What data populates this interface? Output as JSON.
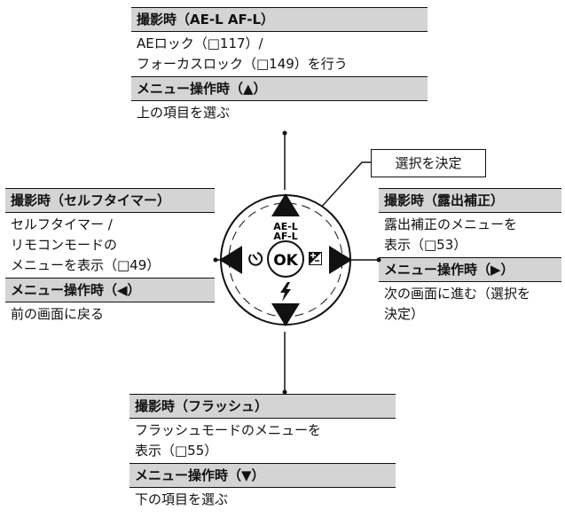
{
  "top": {
    "header": "撮影時（AE-L AF-L）",
    "body": [
      "AEロック（□117）/",
      "フォーカスロック（□149）を行う"
    ],
    "menu_header": "メニュー操作時（▲）",
    "menu_body": "上の項目を選ぶ"
  },
  "left": {
    "header": "撮影時（セルフタイマー）",
    "body": [
      "セルフタイマー /",
      "リモコンモードの",
      "メニューを表示（□49）"
    ],
    "menu_header": "メニュー操作時（◀）",
    "menu_body": "前の画面に戻る"
  },
  "right": {
    "header": "撮影時（露出補正）",
    "body": [
      "露出補正のメニューを",
      "表示（□53）"
    ],
    "menu_header": "メニュー操作時（▶）",
    "menu_body": [
      "次の画面に進む（選択を",
      "決定）"
    ]
  },
  "bottom": {
    "header": "撮影時（フラッシュ）",
    "body": [
      "フラッシュモードのメニューを",
      "表示（□55）"
    ],
    "menu_header": "メニュー操作時（▼）",
    "menu_body": "下の項目を選ぶ"
  },
  "callout": "選択を決定",
  "dial": {
    "top_label_1": "AE-L",
    "top_label_2": "AF-L",
    "center_label": "OK",
    "self_timer_icon": "self-timer-icon",
    "exposure_icon": "exposure-compensation-icon",
    "flash_icon": "flash-icon"
  }
}
